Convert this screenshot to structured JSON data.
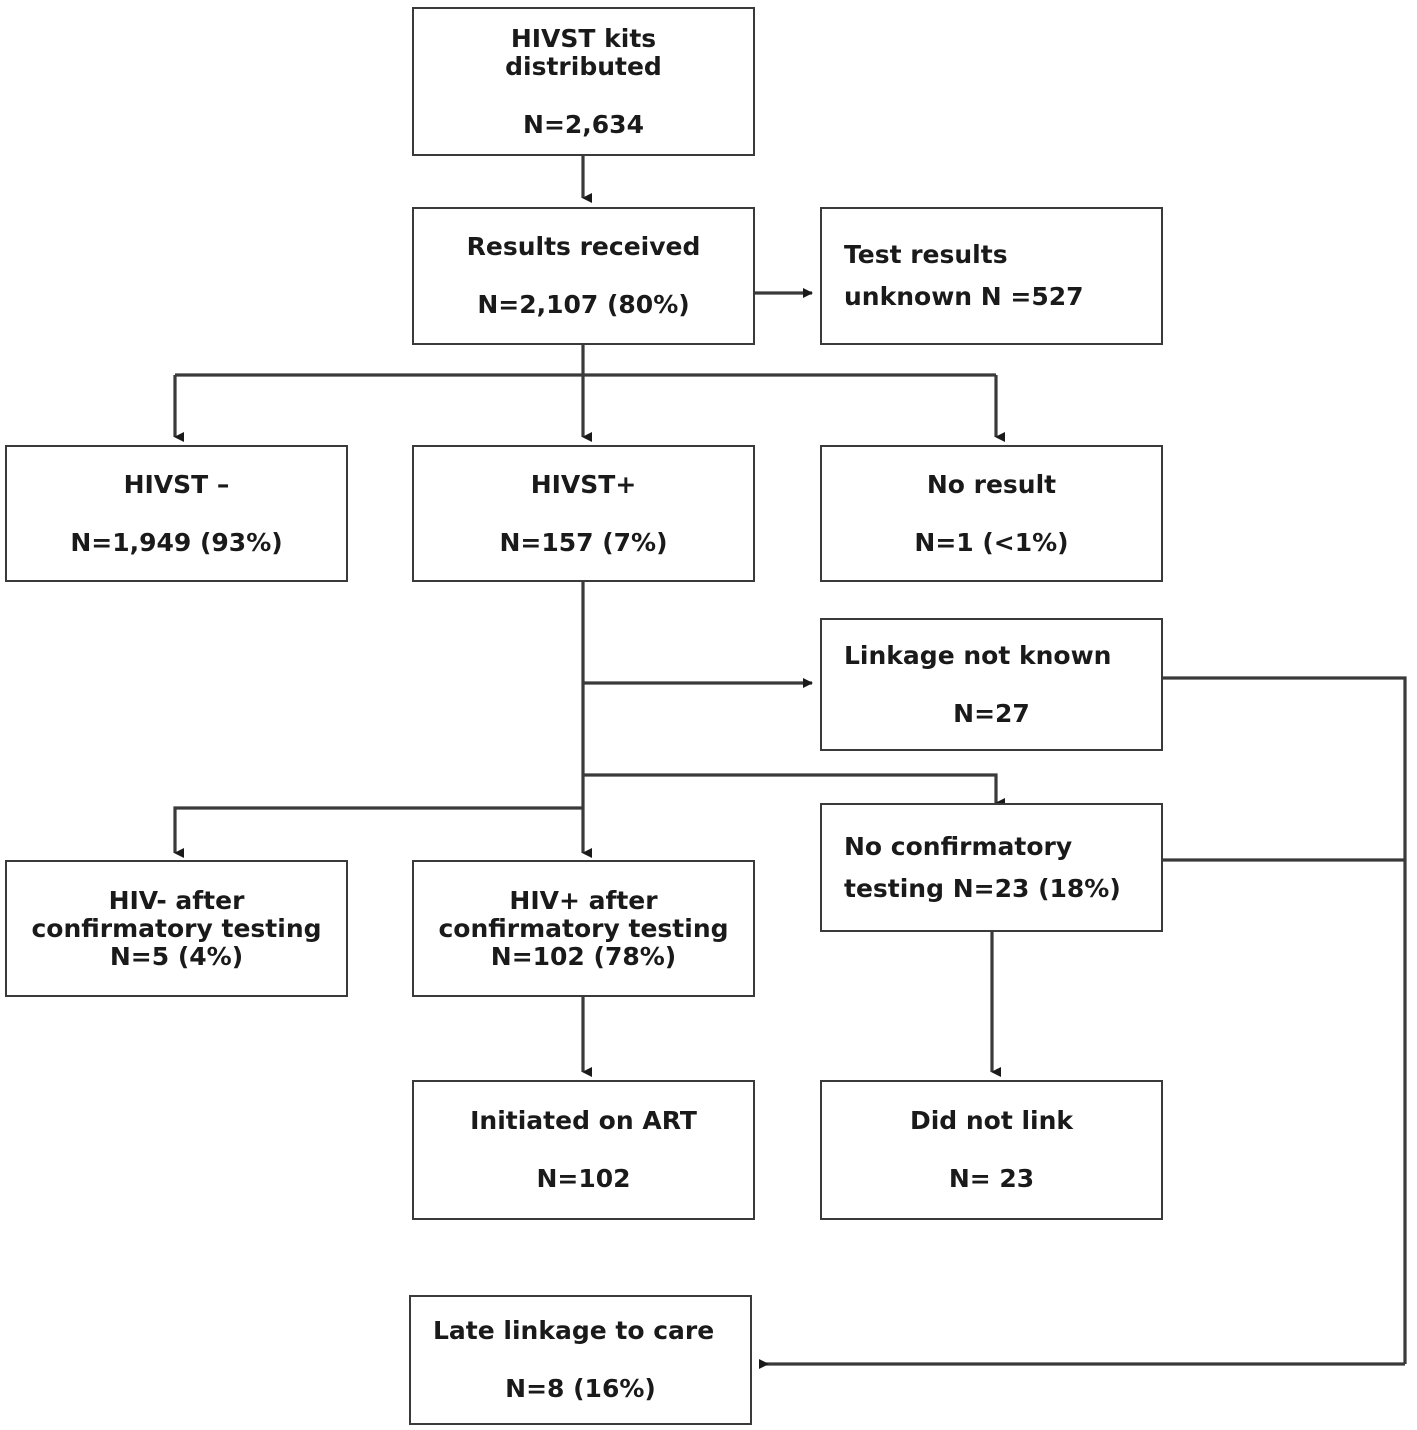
{
  "diagram": {
    "title": "HIVST distribution, testing and linkage-to-care flow",
    "type": "flowchart",
    "line_color": "#3a3a3a",
    "text_color": "#1a1a1a",
    "background": "#ffffff"
  },
  "nodes": {
    "kits_distributed": {
      "label_line1": "HIVST kits",
      "label_line2": "distributed",
      "count": "N=2,634"
    },
    "results_received": {
      "label_line1": "Results received",
      "count": "N=2,107 (80%)"
    },
    "results_unknown": {
      "label_line1": "Test results",
      "label_line2": "unknown N =527"
    },
    "hivst_negative": {
      "label_line1": "HIVST –",
      "count": "N=1,949 (93%)"
    },
    "hivst_positive": {
      "label_line1": "HIVST+",
      "count": "N=157 (7%)"
    },
    "no_result": {
      "label_line1": "No result",
      "count": "N=1 (<1%)"
    },
    "linkage_not_known": {
      "label_line1": "Linkage not known",
      "count": "N=27"
    },
    "no_confirmatory_testing": {
      "label_line1": "No confirmatory",
      "label_line2": "testing N=23 (18%)"
    },
    "hiv_negative_after_confirmatory": {
      "label_line1": "HIV- after",
      "label_line2": "confirmatory testing",
      "count": "N=5 (4%)"
    },
    "hiv_positive_after_confirmatory": {
      "label_line1": "HIV+ after",
      "label_line2": "confirmatory testing",
      "count": "N=102 (78%)"
    },
    "initiated_on_art": {
      "label_line1": "Initiated on ART",
      "count": "N=102"
    },
    "did_not_link": {
      "label_line1": "Did not link",
      "count": "N= 23"
    },
    "late_linkage_to_care": {
      "label_line1": "Late linkage to care",
      "count": "N=8 (16%)"
    }
  }
}
